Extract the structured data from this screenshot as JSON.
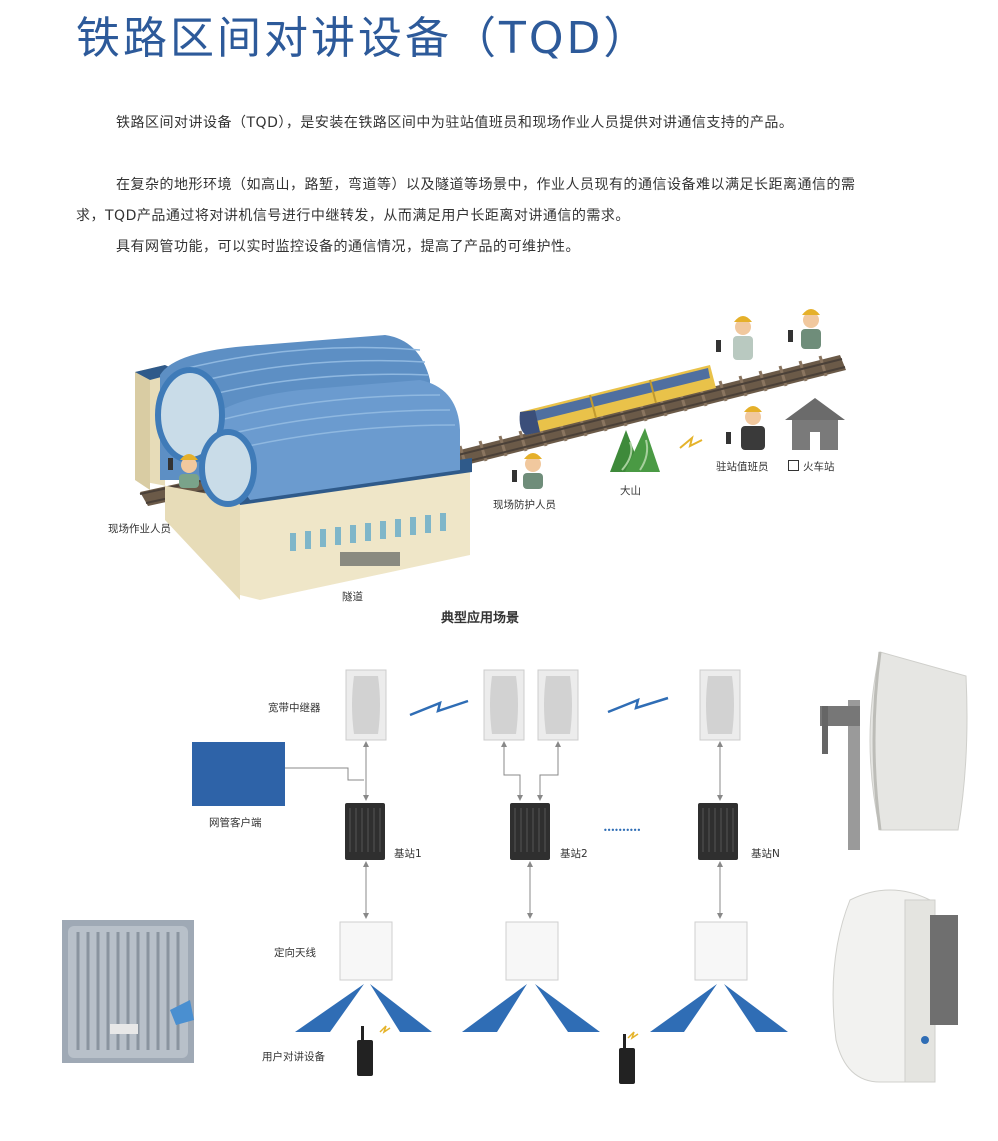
{
  "title": "铁路区间对讲设备（TQD）",
  "paragraphs": [
    "铁路区间对讲设备（TQD），是安装在铁路区间中为驻站值班员和现场作业人员提供对讲通信支持的产品。",
    "在复杂的地形环境（如高山，路堑，弯道等）以及隧道等场景中，作业人员现有的通信设备难以满足长距离通信的需求，TQD产品通过将对讲机信号进行中继转发，从而满足用户长距离对讲通信的需求。",
    "具有网管功能，可以实时监控设备的通信情况，提高了产品的可维护性。"
  ],
  "scene": {
    "caption": "典型应用场景",
    "labels": {
      "field_worker": "现场作业人员",
      "tunnel": "隧道",
      "guard": "现场防护人员",
      "mountain": "大山",
      "duty_officer": "驻站值班员",
      "station": "火车站"
    }
  },
  "topology": {
    "repeater_label": "宽带中继器",
    "nms_label": "网管客户端",
    "base_stations": [
      "基站1",
      "基站2",
      "基站N"
    ],
    "antenna_label": "定向天线",
    "terminal_label": "用户对讲设备",
    "ellipsis": "••••••••••"
  },
  "colors": {
    "title_blue": "#2d5a9a",
    "nms_blue": "#2e63a8",
    "beam_blue": "#2f6db5",
    "tunnel_glass": "#5d8fc4",
    "building": "#efe6c8",
    "train_yellow": "#e9c24a"
  }
}
